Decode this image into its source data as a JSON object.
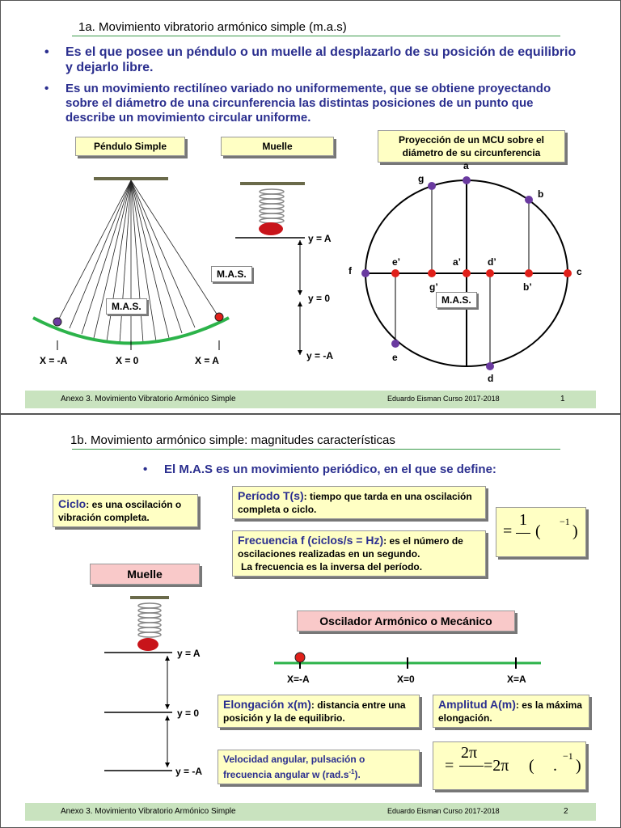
{
  "slide1": {
    "title": "1a. Movimiento vibratorio armónico simple (m.a.s)",
    "bullet_symbol": "•",
    "bullet1": "Es el que posee un péndulo o un muelle al desplazarlo de su posición de equilibrio y dejarlo libre.",
    "bullet2": "Es un movimiento rectilíneo variado no uniformemente, que se obtiene proyectando sobre el diámetro de una circunferencia las distintas posiciones de un punto que describe un movimiento circular uniforme.",
    "pendulum_label": "Péndulo Simple",
    "spring_label": "Muelle",
    "projection_label": "Proyección de un MCU sobre el diámetro de su circunferencia",
    "mas_label": "M.A.S.",
    "pendulum_x_labels": [
      "X = -A",
      "X = 0",
      "X = A"
    ],
    "spring_y_labels": [
      "y = A",
      "y = 0",
      "y = -A"
    ],
    "circle_points": {
      "a": "a",
      "b": "b",
      "c": "c",
      "d": "d",
      "e": "e",
      "f": "f",
      "g": "g"
    },
    "circle_proj": {
      "e": "e’",
      "a": "a’",
      "d": "d’",
      "g": "g’",
      "b": "b’"
    },
    "footer_left": "Anexo 3. Movimiento Vibratorio Armónico Simple",
    "footer_mid": "Eduardo Eisman Curso 2017-2018",
    "footer_page": "1"
  },
  "slide2": {
    "title": "1b. Movimiento armónico simple: magnitudes características",
    "bullet_symbol": "•",
    "bullet": "El M.A.S es un movimiento periódico, en el que se define:",
    "ciclo_term": "Ciclo",
    "ciclo_text": ": es una oscilación o vibración completa.",
    "periodo_term": "Período T(s)",
    "periodo_text": ": tiempo que tarda en una oscilación completa o ciclo.",
    "frec_term": "Frecuencia f (ciclos/s = Hz)",
    "frec_text": ": es el número de oscilaciones realizadas en un segundo.",
    "frec_text2": "La frecuencia es la inversa del período.",
    "muelle_label": "Muelle",
    "oscilador_label": "Oscilador Armónico o Mecánico",
    "axis_labels": [
      "X=-A",
      "X=0",
      "X=A"
    ],
    "spring_y_labels": [
      "y = A",
      "y = 0",
      "y = -A"
    ],
    "elong_term": "Elongación x(m)",
    "elong_text": ": distancia entre una posición y la de equilibrio.",
    "amp_term": "Amplitud A(m)",
    "amp_text": ": es la máxima elongación.",
    "vel_text": "Velocidad angular, pulsación o frecuencia angular w (rad.s",
    "vel_sup": "-1",
    "vel_end": ").",
    "formula1": {
      "eq": "=",
      "num": "1",
      "open": "(",
      "sup": "−1",
      "close": ")"
    },
    "formula2": {
      "eq1": "=",
      "num": "2π",
      "eq2": "=2π",
      "open": "(",
      "dot": ".",
      "sup": "−1",
      "close": ")"
    },
    "footer_left": "Anexo 3. Movimiento Vibratorio Armónico Simple",
    "footer_mid": "Eduardo Eisman Curso 2017-2018",
    "footer_page": "2"
  },
  "colors": {
    "accent_blue": "#2b2f8f",
    "box_yellow": "#ffffc4",
    "pink": "#f9c9c9",
    "green": "#2cb34a",
    "footer": "#c9e3bf",
    "red": "#e0201a",
    "purple": "#6a3aa0"
  }
}
